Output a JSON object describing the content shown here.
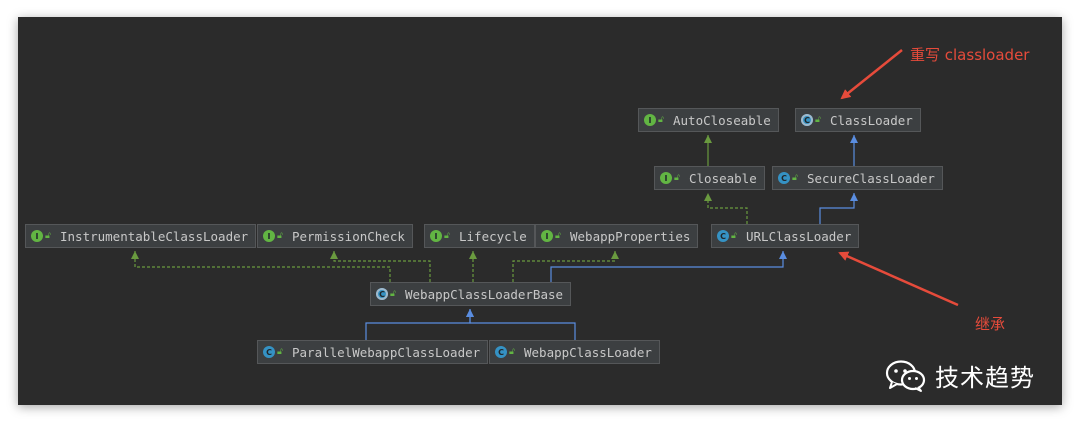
{
  "diagram": {
    "nodes": [
      {
        "id": "AutoCloseable",
        "label": "AutoCloseable",
        "kind": "interface",
        "badge": "I"
      },
      {
        "id": "ClassLoader",
        "label": "ClassLoader",
        "kind": "abstract",
        "badge": "C"
      },
      {
        "id": "Closeable",
        "label": "Closeable",
        "kind": "interface",
        "badge": "I"
      },
      {
        "id": "SecureClassLoader",
        "label": "SecureClassLoader",
        "kind": "class",
        "badge": "C"
      },
      {
        "id": "InstrumentableClassLoader",
        "label": "InstrumentableClassLoader",
        "kind": "interface",
        "badge": "I"
      },
      {
        "id": "PermissionCheck",
        "label": "PermissionCheck",
        "kind": "interface",
        "badge": "I"
      },
      {
        "id": "Lifecycle",
        "label": "Lifecycle",
        "kind": "interface",
        "badge": "I"
      },
      {
        "id": "WebappProperties",
        "label": "WebappProperties",
        "kind": "interface",
        "badge": "I"
      },
      {
        "id": "URLClassLoader",
        "label": "URLClassLoader",
        "kind": "class",
        "badge": "C"
      },
      {
        "id": "WebappClassLoaderBase",
        "label": "WebappClassLoaderBase",
        "kind": "abstract",
        "badge": "C"
      },
      {
        "id": "ParallelWebappClassLoader",
        "label": "ParallelWebappClassLoader",
        "kind": "class",
        "badge": "C"
      },
      {
        "id": "WebappClassLoader",
        "label": "WebappClassLoader",
        "kind": "class",
        "badge": "C"
      }
    ],
    "edges": [
      {
        "from": "Closeable",
        "to": "AutoCloseable",
        "type": "extends-interface"
      },
      {
        "from": "SecureClassLoader",
        "to": "ClassLoader",
        "type": "extends"
      },
      {
        "from": "URLClassLoader",
        "to": "Closeable",
        "type": "implements"
      },
      {
        "from": "URLClassLoader",
        "to": "SecureClassLoader",
        "type": "extends"
      },
      {
        "from": "WebappClassLoaderBase",
        "to": "InstrumentableClassLoader",
        "type": "implements"
      },
      {
        "from": "WebappClassLoaderBase",
        "to": "PermissionCheck",
        "type": "implements"
      },
      {
        "from": "WebappClassLoaderBase",
        "to": "Lifecycle",
        "type": "implements"
      },
      {
        "from": "WebappClassLoaderBase",
        "to": "WebappProperties",
        "type": "implements"
      },
      {
        "from": "WebappClassLoaderBase",
        "to": "URLClassLoader",
        "type": "extends"
      },
      {
        "from": "ParallelWebappClassLoader",
        "to": "WebappClassLoaderBase",
        "type": "extends"
      },
      {
        "from": "WebappClassLoader",
        "to": "WebappClassLoaderBase",
        "type": "extends"
      }
    ],
    "visibility_icon": "public-visibility-icon"
  },
  "annotations": {
    "override": "重写 classloader",
    "inherit": "继承"
  },
  "watermark": {
    "icon": "wechat-icon",
    "text": "技术趋势"
  },
  "colors": {
    "background": "#2b2b2b",
    "node_fill": "#3c3f41",
    "interface_badge": "#62b543",
    "class_badge": "#3592c4",
    "extends_line": "#5a8de0",
    "implements_line": "#6a9a3f",
    "annotation": "#e64b3b"
  }
}
